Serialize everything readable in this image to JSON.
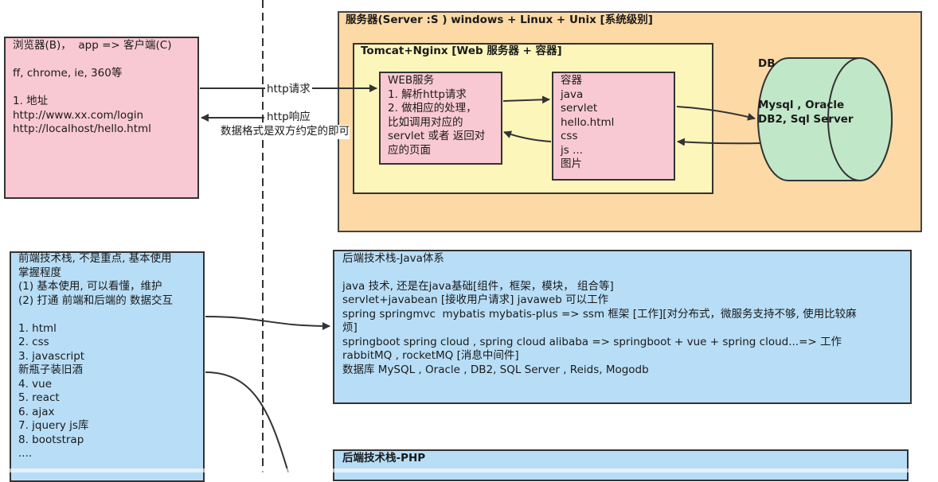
{
  "browser": {
    "lines": [
      "浏览器(B)，  app => 客户端(C)",
      "",
      "ff, chrome, ie, 360等",
      "",
      "1. 地址",
      "http://www.xx.com/login",
      "http://localhost/hello.html"
    ]
  },
  "server": {
    "title": "服务器(Server :S ) windows + Linux + Unix [系统级别]"
  },
  "tomcat": {
    "title": "Tomcat+Nginx [Web 服务器 + 容器]"
  },
  "web_service": {
    "lines": [
      "WEB服务",
      "1. 解析http请求",
      "2. 做相应的处理，",
      "比如调用对应的",
      "servlet 或者 返回对",
      "应的页面"
    ]
  },
  "container": {
    "lines": [
      "容器",
      "java",
      "servlet",
      "hello.html",
      "css",
      "js ...",
      "图片"
    ]
  },
  "db": {
    "title": "DB",
    "lines": [
      "Mysql , Oracle",
      "DB2, Sql Server"
    ]
  },
  "arrows": {
    "request": "http请求",
    "response": "http响应",
    "response_note": "数据格式是双方约定的即可"
  },
  "frontend": {
    "lines": [
      "前端技术栈, 不是重点, 基本使用",
      "掌握程度",
      "(1) 基本使用, 可以看懂，维护",
      "(2) 打通 前端和后端的 数据交互",
      "",
      "1. html",
      "2. css",
      "3. javascript",
      "新瓶子装旧酒",
      "4. vue",
      "5. react",
      "6. ajax",
      "7. jquery js库",
      "8. bootstrap",
      "...."
    ]
  },
  "java_stack": {
    "title": "后端技术栈-Java体系",
    "lines": [
      "",
      "java 技术, 还是在java基础[组件，框架，模块， 组合等]",
      "servlet+javabean [接收用户请求] javaweb 可以工作",
      "spring springmvc  mybatis mybatis-plus => ssm 框架 [工作][对分布式，微服务支持不够, 使用比较麻",
      "烦]",
      "springboot spring cloud , spring cloud alibaba => springboot + vue + spring cloud...=> 工作",
      "rabbitMQ , rocketMQ [消息中间件]",
      "数据库 MySQL , Oracle , DB2, SQL Server , Reids, Mogodb"
    ]
  },
  "php_stack": {
    "title": "后端技术栈-PHP"
  }
}
